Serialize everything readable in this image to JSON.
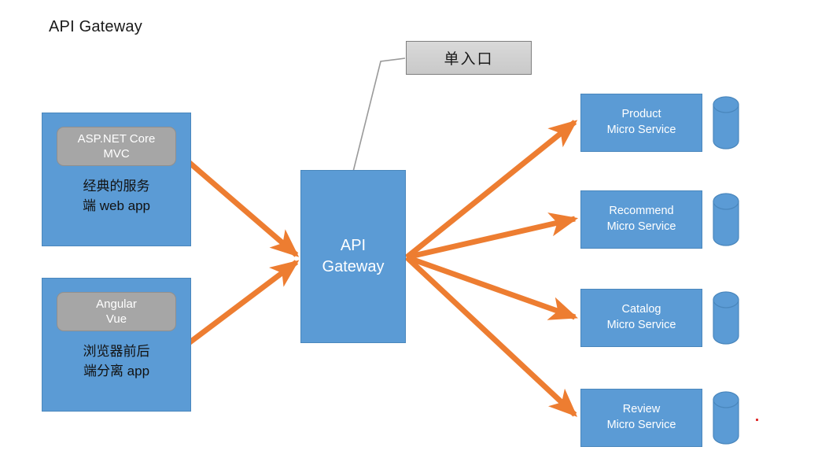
{
  "diagram": {
    "title": "API Gateway",
    "colors": {
      "service_blue": "#5B9BD5",
      "chip_gray": "#A6A6A6",
      "arrow_orange": "#ED7D31",
      "callout_gray": "#D0D0D0",
      "connector_gray": "#9a9a9a",
      "text_dark": "#111111",
      "text_light": "#FFFFFF",
      "artifact_red": "#E03030"
    },
    "clients": [
      {
        "id": "aspnet-core-mvc",
        "chip_lines": [
          "ASP.NET Core",
          "MVC"
        ],
        "caption_lines": [
          "经典的服务",
          "端 web app"
        ]
      },
      {
        "id": "angular-vue",
        "chip_lines": [
          "Angular",
          "Vue"
        ],
        "caption_lines": [
          "浏览器前后",
          "端分离 app"
        ]
      }
    ],
    "gateway": {
      "id": "api-gateway",
      "lines": [
        "API",
        "Gateway"
      ]
    },
    "callout": {
      "id": "single-entry",
      "text": "单入口"
    },
    "services": [
      {
        "id": "product",
        "name": "Product",
        "suffix": "Micro Service",
        "database": "product-database"
      },
      {
        "id": "recommend",
        "name": "Recommend",
        "suffix": "Micro Service",
        "database": "recommend-database"
      },
      {
        "id": "catalog",
        "name": "Catalog",
        "suffix": "Micro Service",
        "database": "catalog-database"
      },
      {
        "id": "review",
        "name": "Review",
        "suffix": "Micro Service",
        "database": "review-database"
      }
    ],
    "edges": [
      {
        "id": "aspnet-to-gateway",
        "from": "aspnet-core-mvc",
        "to": "api-gateway"
      },
      {
        "id": "angular-to-gateway",
        "from": "angular-vue",
        "to": "api-gateway"
      },
      {
        "id": "gateway-to-product",
        "from": "api-gateway",
        "to": "product"
      },
      {
        "id": "gateway-to-recommend",
        "from": "api-gateway",
        "to": "recommend"
      },
      {
        "id": "gateway-to-catalog",
        "from": "api-gateway",
        "to": "catalog"
      },
      {
        "id": "gateway-to-review",
        "from": "api-gateway",
        "to": "review"
      },
      {
        "id": "gateway-to-callout",
        "from": "api-gateway",
        "to": "single-entry"
      }
    ]
  }
}
